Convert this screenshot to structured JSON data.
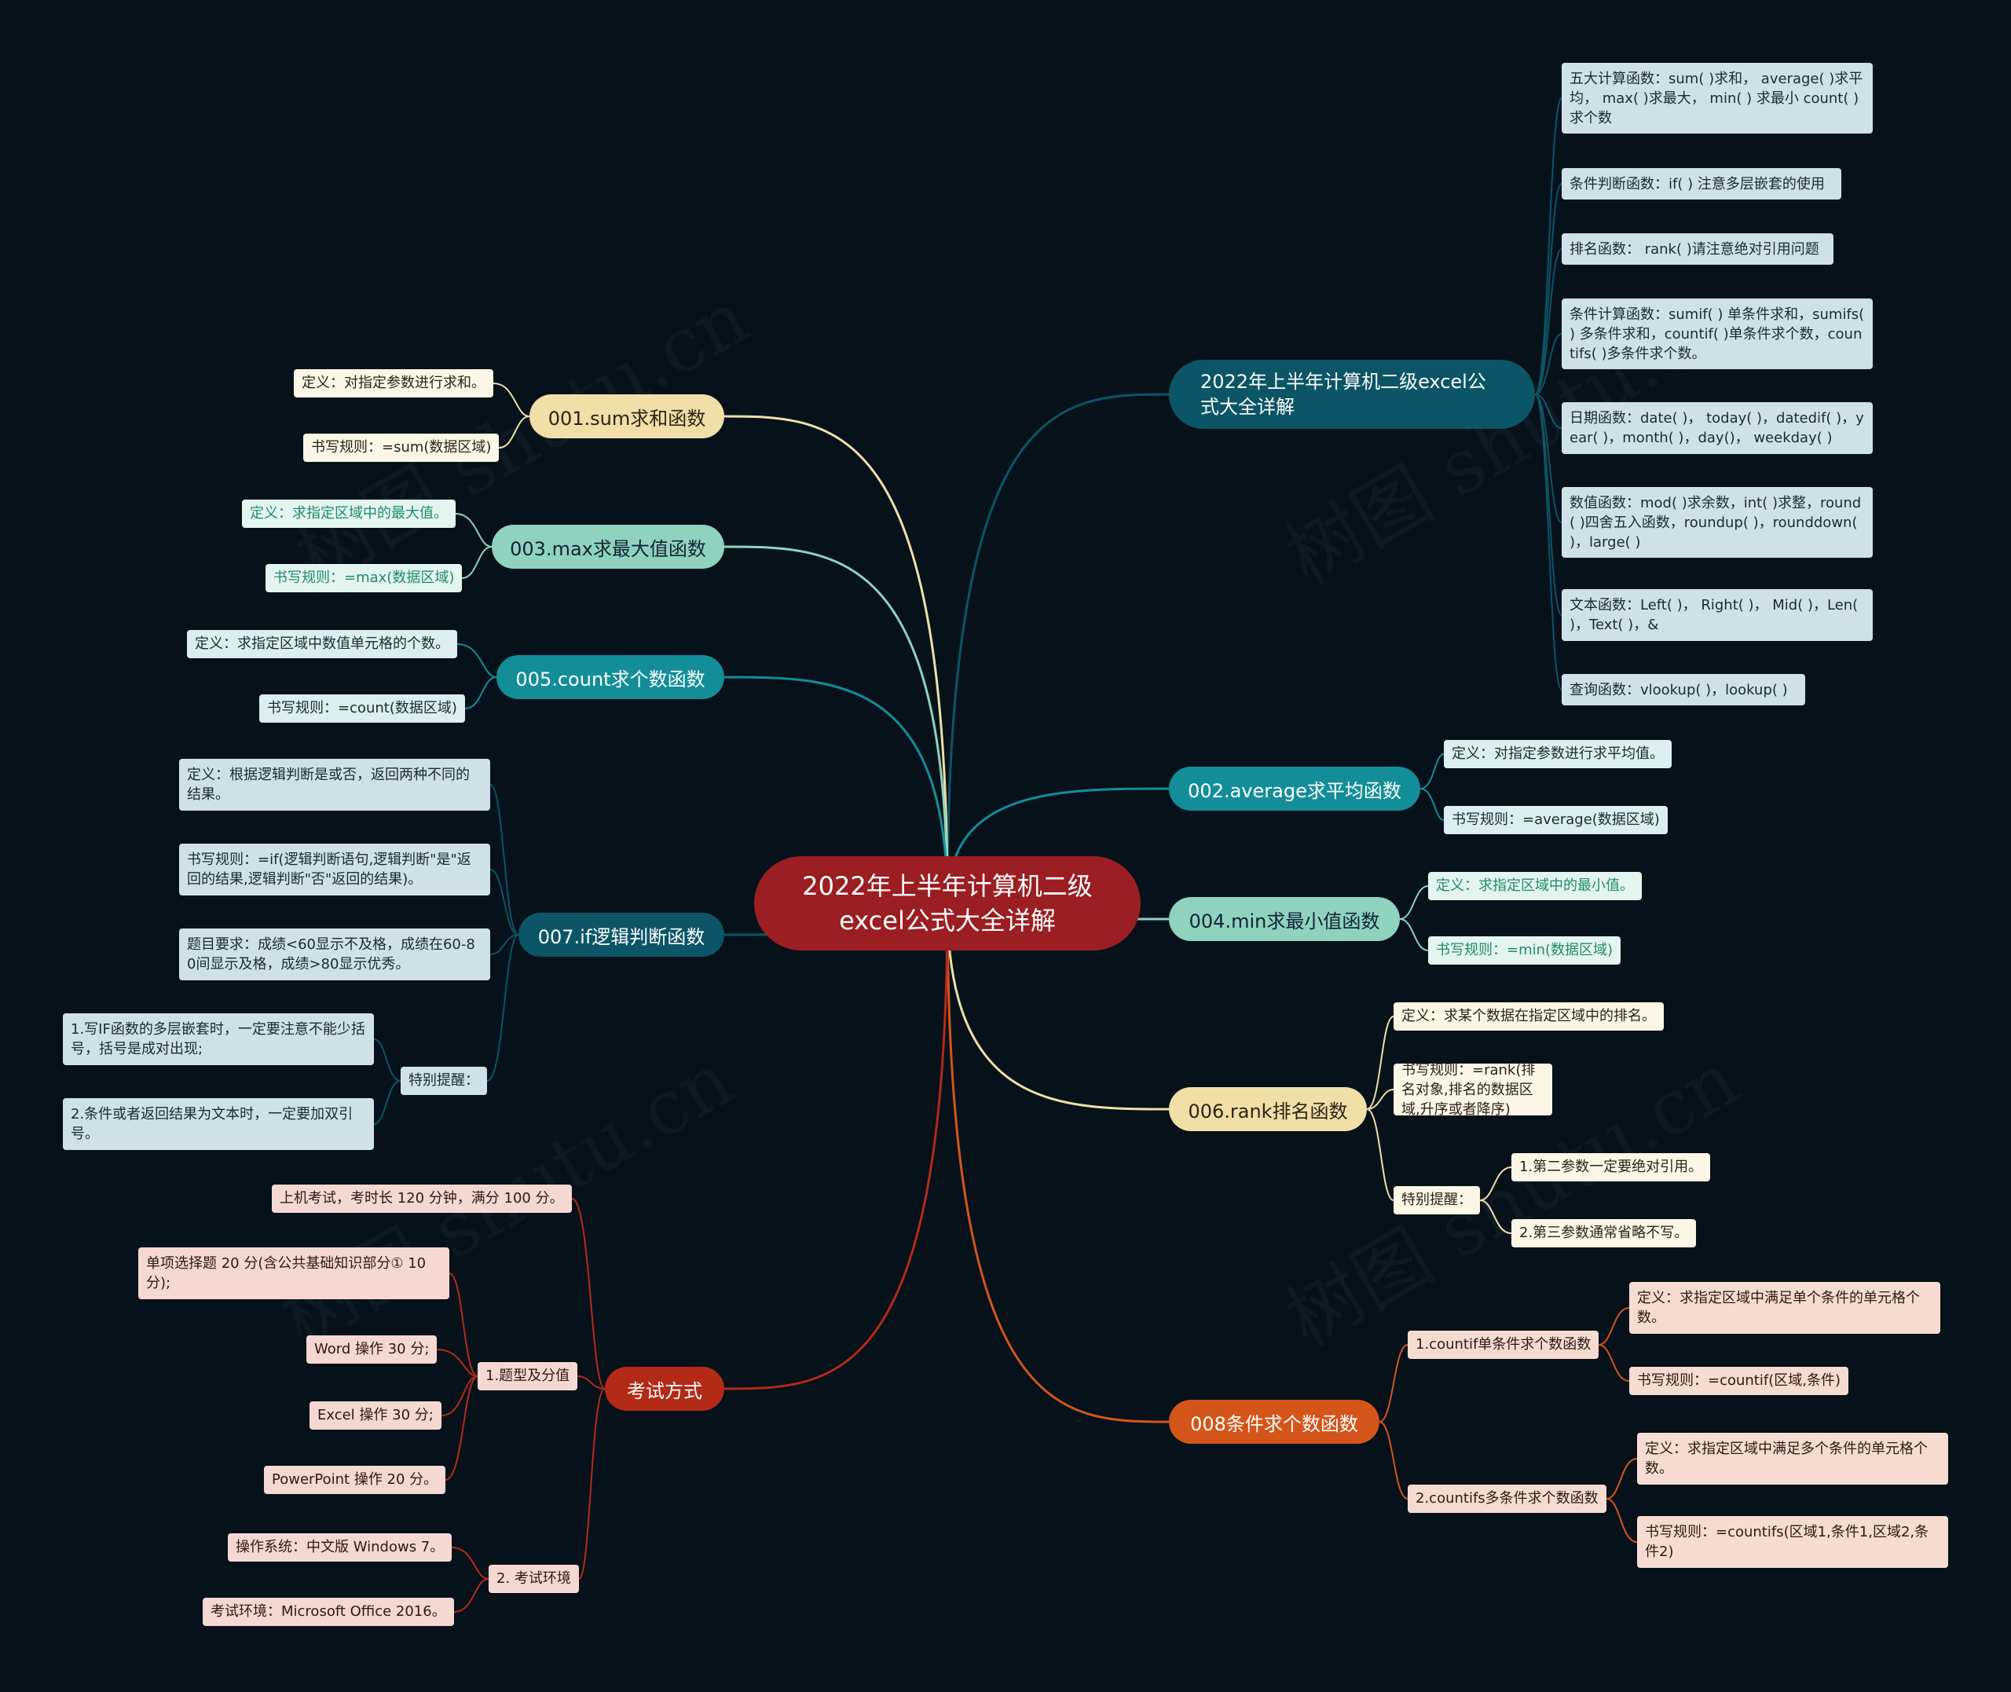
{
  "colors": {
    "background": "#06111a",
    "root": "#9b1e22",
    "teal_dark": "#0b5566",
    "teal": "#138e98",
    "mint": "#8fd3bf",
    "sand": "#f0dfa6",
    "red": "#b32a17",
    "orange": "#d4551a"
  },
  "watermark_text": "树图 shutu.cn",
  "root": {
    "title": "2022年上半年计算机二级excel公式大全详解"
  },
  "branches": {
    "overview": {
      "label": "2022年上半年计算机二级excel公式大全详解",
      "items": [
        "五大计算函数：sum( )求和， average( )求平均， max( )求最大， min( ) 求最小 count( )求个数",
        "条件判断函数：if( ) 注意多层嵌套的使用",
        "排名函数： rank( )请注意绝对引用问题",
        "条件计算函数：sumif( ) 单条件求和，sumifs( ) 多条件求和，countif( )单条件求个数，countifs( )多条件求个数。",
        "日期函数：date( )， today( )，datedif( )，year( )，month( )，day()， weekday( )",
        "数值函数：mod( )求余数，int( )求整，round( )四舍五入函数，roundup( )，rounddown( )，large( )",
        "文本函数：Left( )， Right( )， Mid( )，Len( )，Text( )，&",
        "查询函数：vlookup( )，lookup( )"
      ]
    },
    "sum": {
      "label": "001.sum求和函数",
      "def": "定义：对指定参数进行求和。",
      "rule": "书写规则：=sum(数据区域)"
    },
    "max": {
      "label": "003.max求最大值函数",
      "def": "定义：求指定区域中的最大值。",
      "rule": "书写规则：=max(数据区域)"
    },
    "count": {
      "label": "005.count求个数函数",
      "def": "定义：求指定区域中数值单元格的个数。",
      "rule": "书写规则：=count(数据区域)"
    },
    "if": {
      "label": "007.if逻辑判断函数",
      "def": "定义：根据逻辑判断是或否，返回两种不同的结果。",
      "rule": "书写规则：=if(逻辑判断语句,逻辑判断\"是\"返回的结果,逻辑判断\"否\"返回的结果)。",
      "task": "题目要求：成绩<60显示不及格，成绩在60-80间显示及格，成绩>80显示优秀。",
      "notice_label": "特别提醒：",
      "notices": [
        "1.写IF函数的多层嵌套时，一定要注意不能少括号，括号是成对出现;",
        "2.条件或者返回结果为文本时，一定要加双引号。"
      ]
    },
    "average": {
      "label": "002.average求平均函数",
      "def": "定义：对指定参数进行求平均值。",
      "rule": "书写规则：=average(数据区域)"
    },
    "min": {
      "label": "004.min求最小值函数",
      "def": "定义：求指定区域中的最小值。",
      "rule": "书写规则：=min(数据区域)"
    },
    "rank": {
      "label": "006.rank排名函数",
      "def": "定义：求某个数据在指定区域中的排名。",
      "rule": "书写规则：=rank(排名对象,排名的数据区域,升序或者降序)",
      "notice_label": "特别提醒：",
      "notices": [
        "1.第二参数一定要绝对引用。",
        "2.第三参数通常省略不写。"
      ]
    },
    "countif": {
      "label": "008条件求个数函数",
      "single": {
        "label": "1.countif单条件求个数函数",
        "def": "定义：求指定区域中满足单个条件的单元格个数。",
        "rule": "书写规则：=countif(区域,条件)"
      },
      "multi": {
        "label": "2.countifs多条件求个数函数",
        "def": "定义：求指定区域中满足多个条件的单元格个数。",
        "rule": "书写规则：=countifs(区域1,条件1,区域2,条件2)"
      }
    },
    "exam": {
      "label": "考试方式",
      "duration": "上机考试，考时长 120 分钟，满分 100 分。",
      "types": {
        "label": "1.题型及分值",
        "items": [
          "单项选择题 20 分(含公共基础知识部分① 10 分);",
          "Word 操作 30 分;",
          "Excel 操作 30 分;",
          "PowerPoint 操作 20 分。"
        ]
      },
      "env": {
        "label": "2. 考试环境",
        "items": [
          "操作系统：中文版 Windows 7。",
          "考试环境：Microsoft Office 2016。"
        ]
      }
    }
  }
}
